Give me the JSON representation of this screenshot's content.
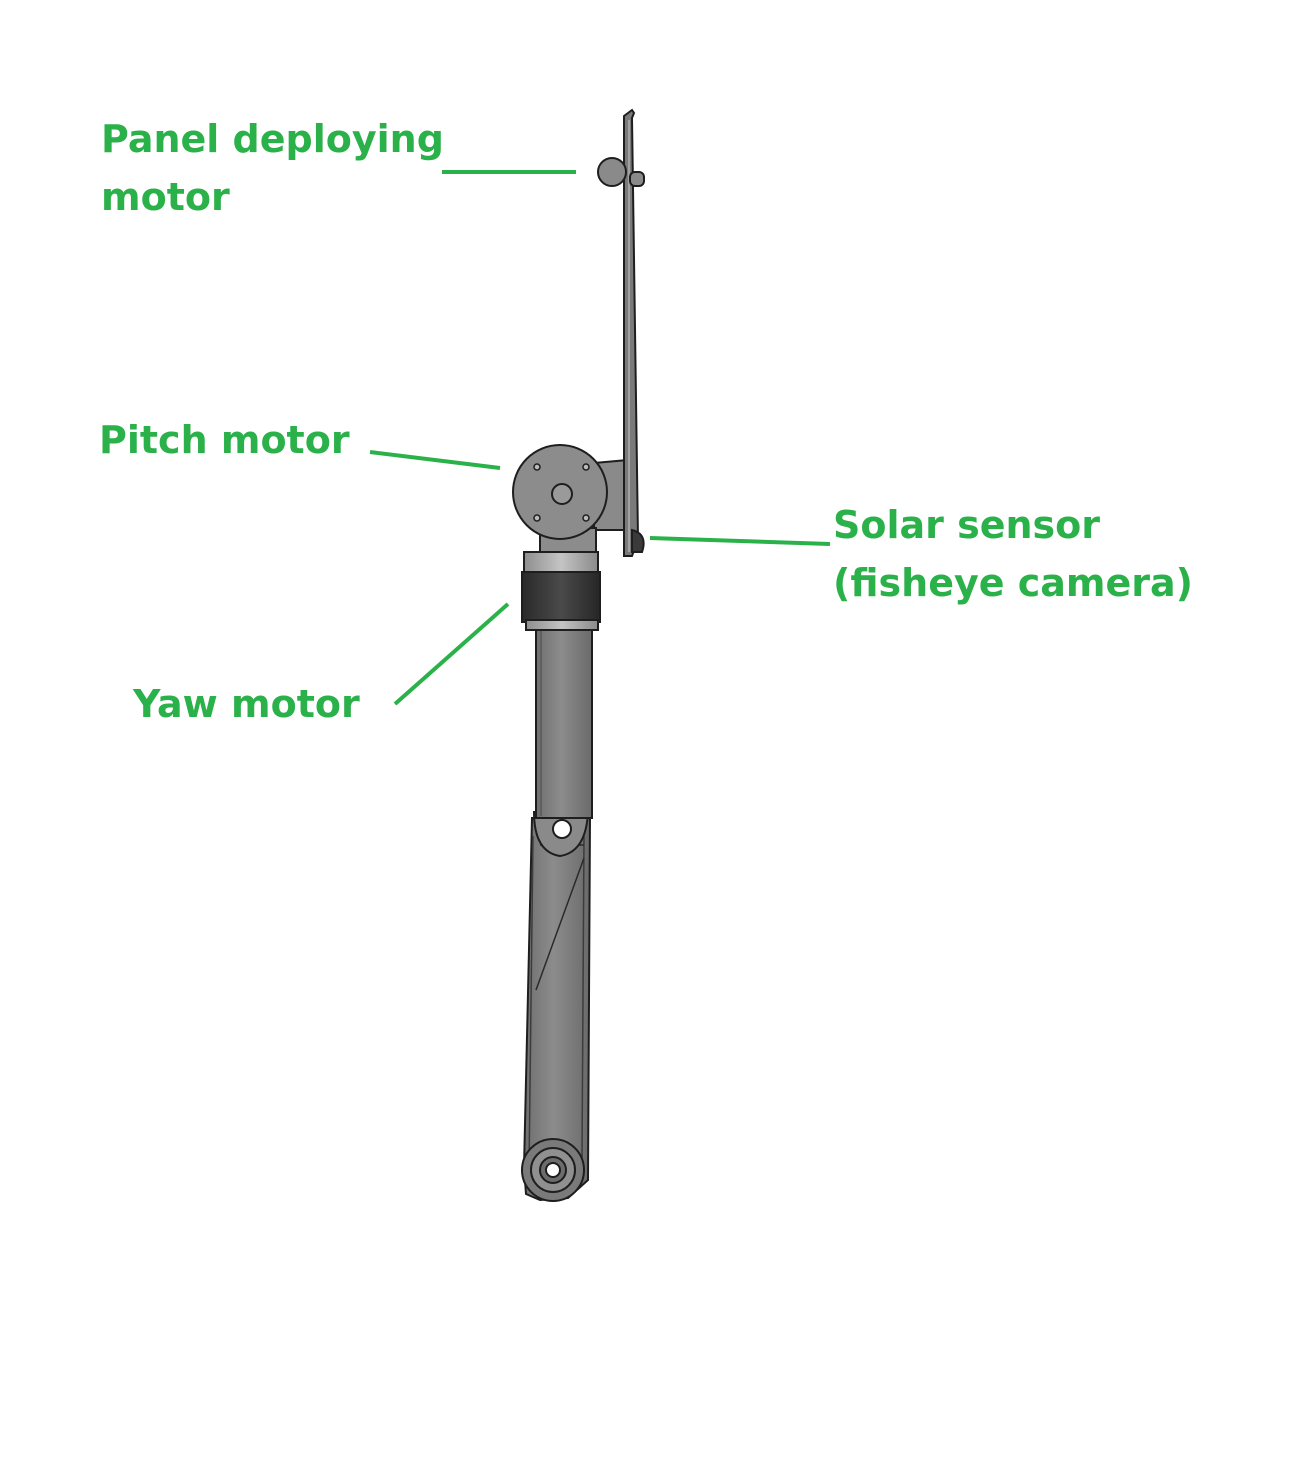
{
  "colors": {
    "label": "#2bb14a",
    "leader": "#2bb14a",
    "metal": "#808080",
    "metal_dark": "#5a5a5a",
    "outline": "#1e1e1e",
    "rubber": "#3a3a3a",
    "collar": "#a8a8a8",
    "background": "#ffffff"
  },
  "labels": {
    "panel_motor": [
      "Panel deploying",
      "motor"
    ],
    "pitch_motor": [
      "Pitch motor"
    ],
    "solar_sensor": [
      "Solar sensor",
      "(fisheye camera)"
    ],
    "yaw_motor": [
      "Yaw motor"
    ]
  },
  "components": {
    "panel": "solar-panel",
    "panel_motor": "panel-deploying-motor",
    "pitch_motor": "pitch-motor",
    "yaw_motor": "yaw-motor",
    "solar_sensor": "solar-sensor",
    "upper_arm": "upper-arm",
    "lower_arm": "lower-arm"
  }
}
